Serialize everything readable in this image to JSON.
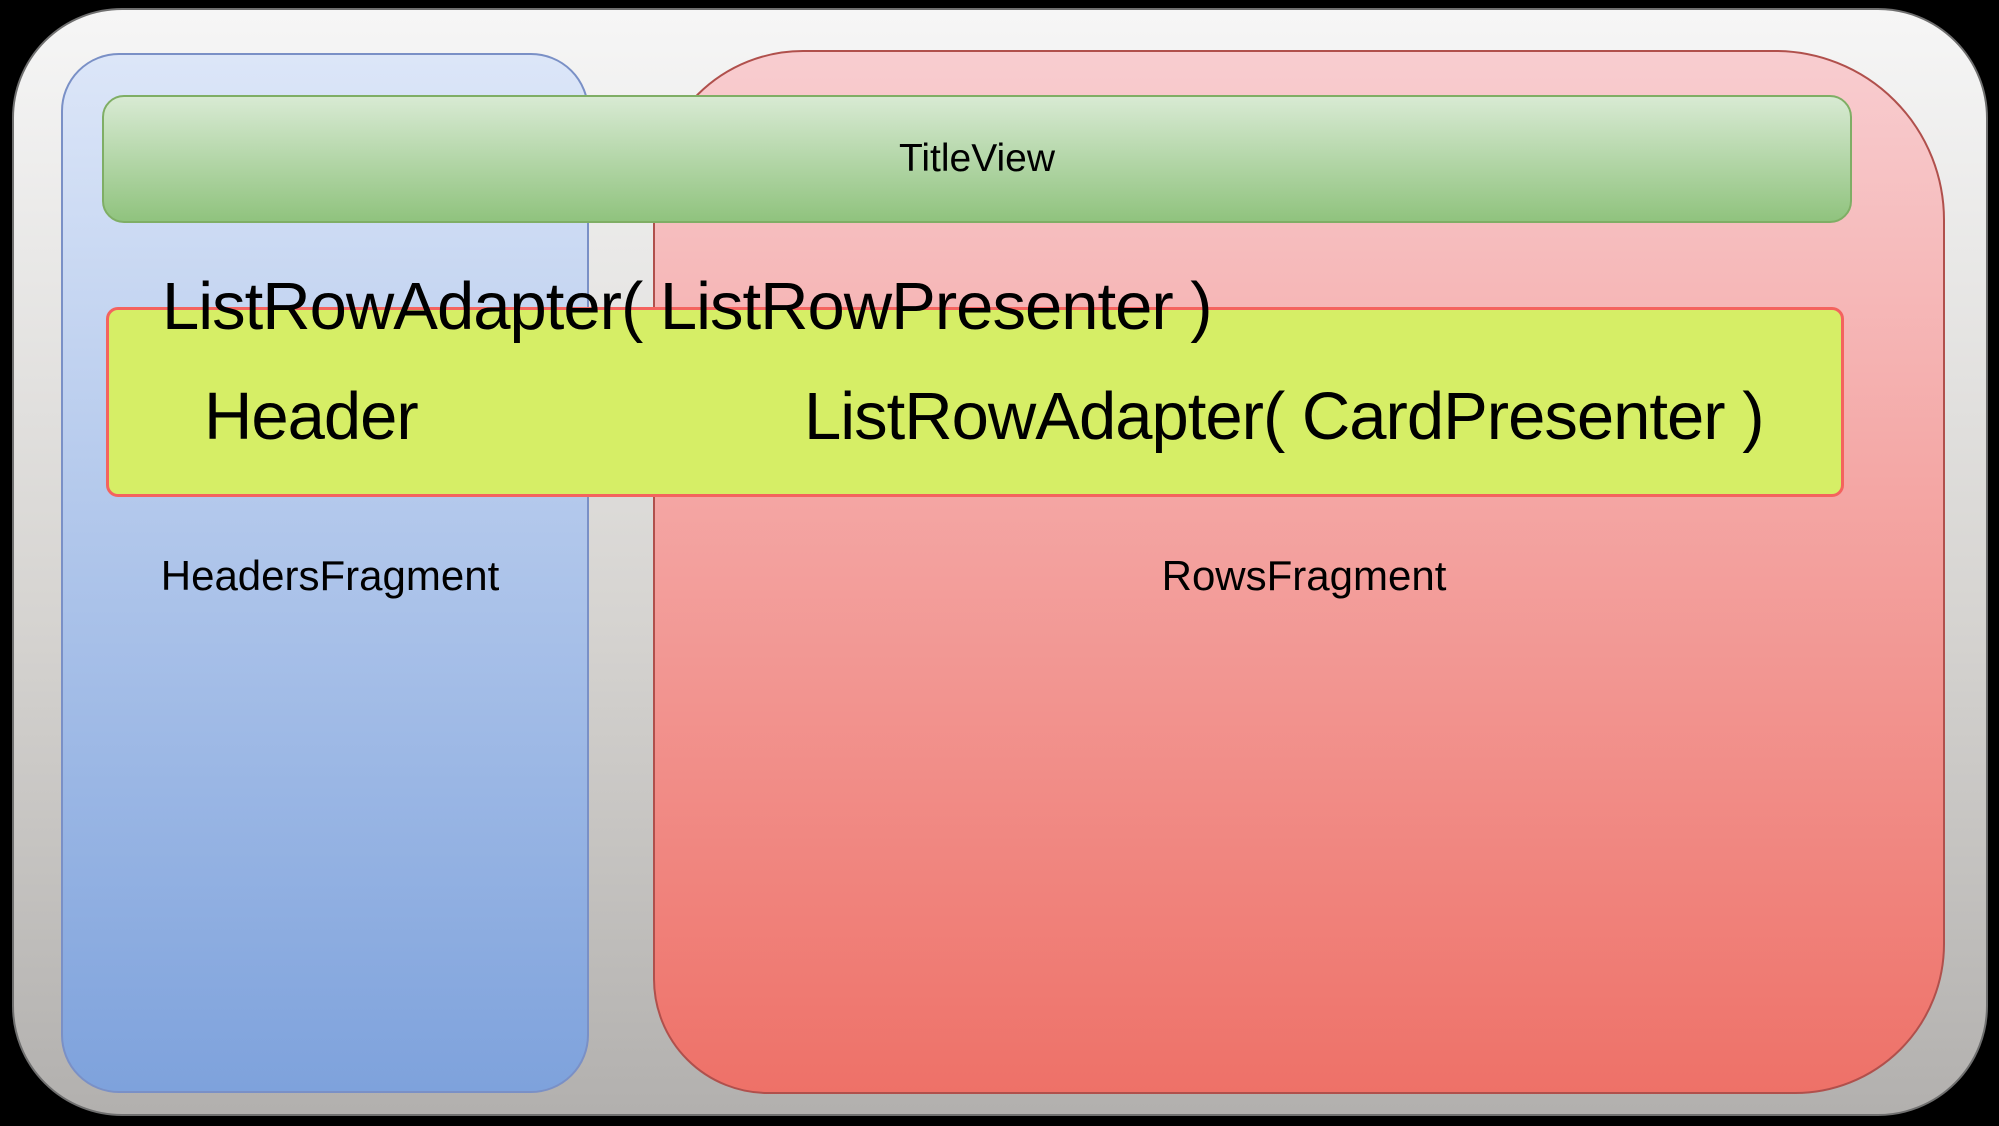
{
  "diagram": {
    "description": "Android TV Leanback BrowseFragment structure diagram",
    "labels": {
      "title_view": "TitleView",
      "list_row_adapter_list_row_presenter": "ListRowAdapter( ListRowPresenter )",
      "header": "Header",
      "list_row_adapter_card_presenter": "ListRowAdapter( CardPresenter )",
      "headers_fragment": "HeadersFragment",
      "rows_fragment": "RowsFragment"
    }
  },
  "colors": {
    "canvas_bg": "#000000",
    "outer_top": "#f6f6f6",
    "outer_bottom": "#b2b0ae",
    "blue_top": "#dce6f8",
    "blue_bottom": "#7ea2dc",
    "blue_border": "#7a90c6",
    "red_top": "#f8cdd0",
    "red_bottom": "#ee7168",
    "red_border": "#b0504c",
    "green_top": "#d8ead3",
    "green_bottom": "#90c37e",
    "green_border": "#7fae65",
    "yellow_fill": "#d6ee66",
    "yellow_border": "#f4635e",
    "text": "#000000"
  }
}
